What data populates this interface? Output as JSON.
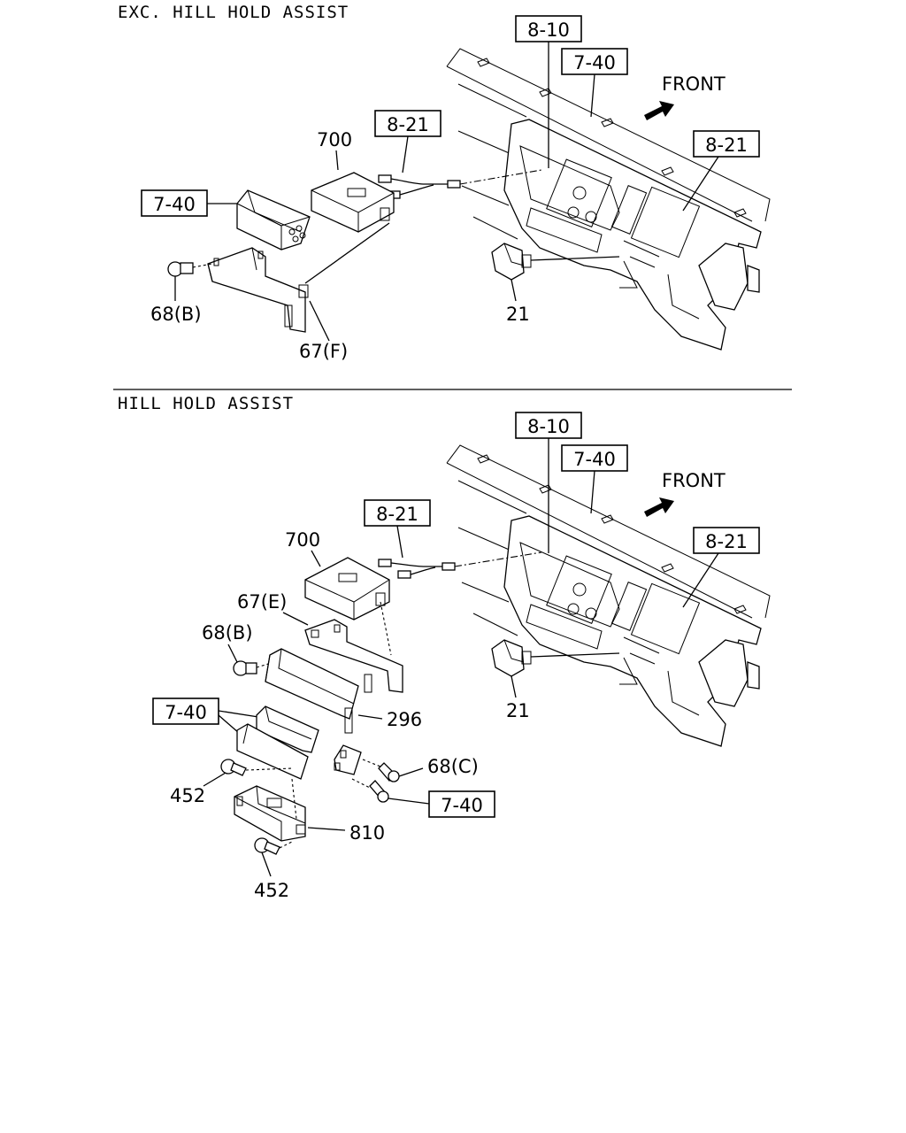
{
  "sections": [
    {
      "title": "EXC. HILL HOLD ASSIST",
      "callouts": {
        "ref_8_10": "8-10",
        "ref_7_40_top": "7-40",
        "ref_8_21_harness": "8-21",
        "ref_8_21_dash": "8-21",
        "ref_7_40_left": "7-40"
      },
      "labels": {
        "front": "FRONT",
        "p700": "700",
        "p68b": "68(B)",
        "p67f": "67(F)",
        "p21": "21"
      }
    },
    {
      "title": "HILL HOLD ASSIST",
      "callouts": {
        "ref_8_10": "8-10",
        "ref_7_40_top": "7-40",
        "ref_8_21_harness": "8-21",
        "ref_8_21_dash": "8-21",
        "ref_7_40_left": "7-40",
        "ref_7_40_screw": "7-40"
      },
      "labels": {
        "front": "FRONT",
        "p700": "700",
        "p67e": "67(E)",
        "p68b": "68(B)",
        "p296": "296",
        "p68c": "68(C)",
        "p452a": "452",
        "p810": "810",
        "p452b": "452",
        "p21": "21"
      }
    }
  ]
}
